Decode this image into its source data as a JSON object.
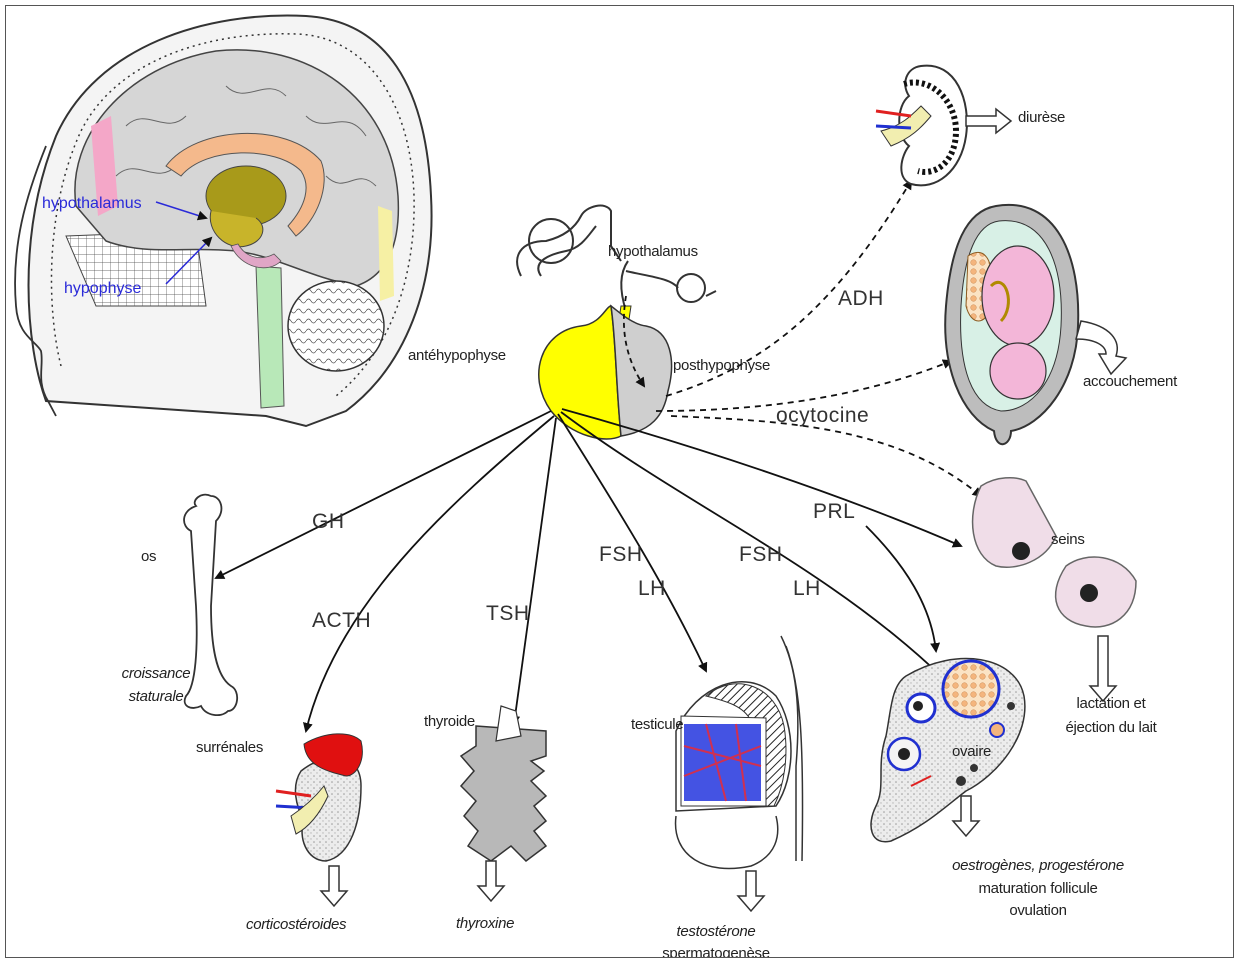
{
  "brain": {
    "hypothalamus_label": "hypothalamus",
    "hypophyse_label": "hypophyse"
  },
  "pituitary": {
    "hypothalamus_label": "hypothalamus",
    "ante_label": "antéhypophyse",
    "post_label": "posthypophyse"
  },
  "hormones": {
    "adh": "ADH",
    "ocytocine": "ocytocine",
    "gh": "GH",
    "acth": "ACTH",
    "tsh": "TSH",
    "fsh1": "FSH",
    "lh1": "LH",
    "fsh2": "FSH",
    "lh2": "LH",
    "prl": "PRL"
  },
  "targets": {
    "diurese": "diurèse",
    "accouchement": "accouchement",
    "seins": "seins",
    "lactation_line1": "lactation et",
    "lactation_line2": "éjection du lait",
    "os": "os",
    "croissance_line1": "croissance",
    "croissance_line2": "staturale",
    "surrenales": "surrénales",
    "corticosteroides": "corticostéroides",
    "thyroide": "thyroide",
    "thyroxine": "thyroxine",
    "testicule": "testicule",
    "testosterone": "testostérone",
    "spermatogenese": "spermatogenèse",
    "ovaire": "ovaire",
    "oestrogenes": "oestrogènes, progestérone",
    "maturation": "maturation follicule",
    "ovulation": "ovulation"
  },
  "colors": {
    "ante": "#ffff00",
    "post": "#cfcfcf",
    "adrenal": "#e01010",
    "brain_blue_label": "#2a2ad8",
    "breast": "#f0dde8"
  }
}
